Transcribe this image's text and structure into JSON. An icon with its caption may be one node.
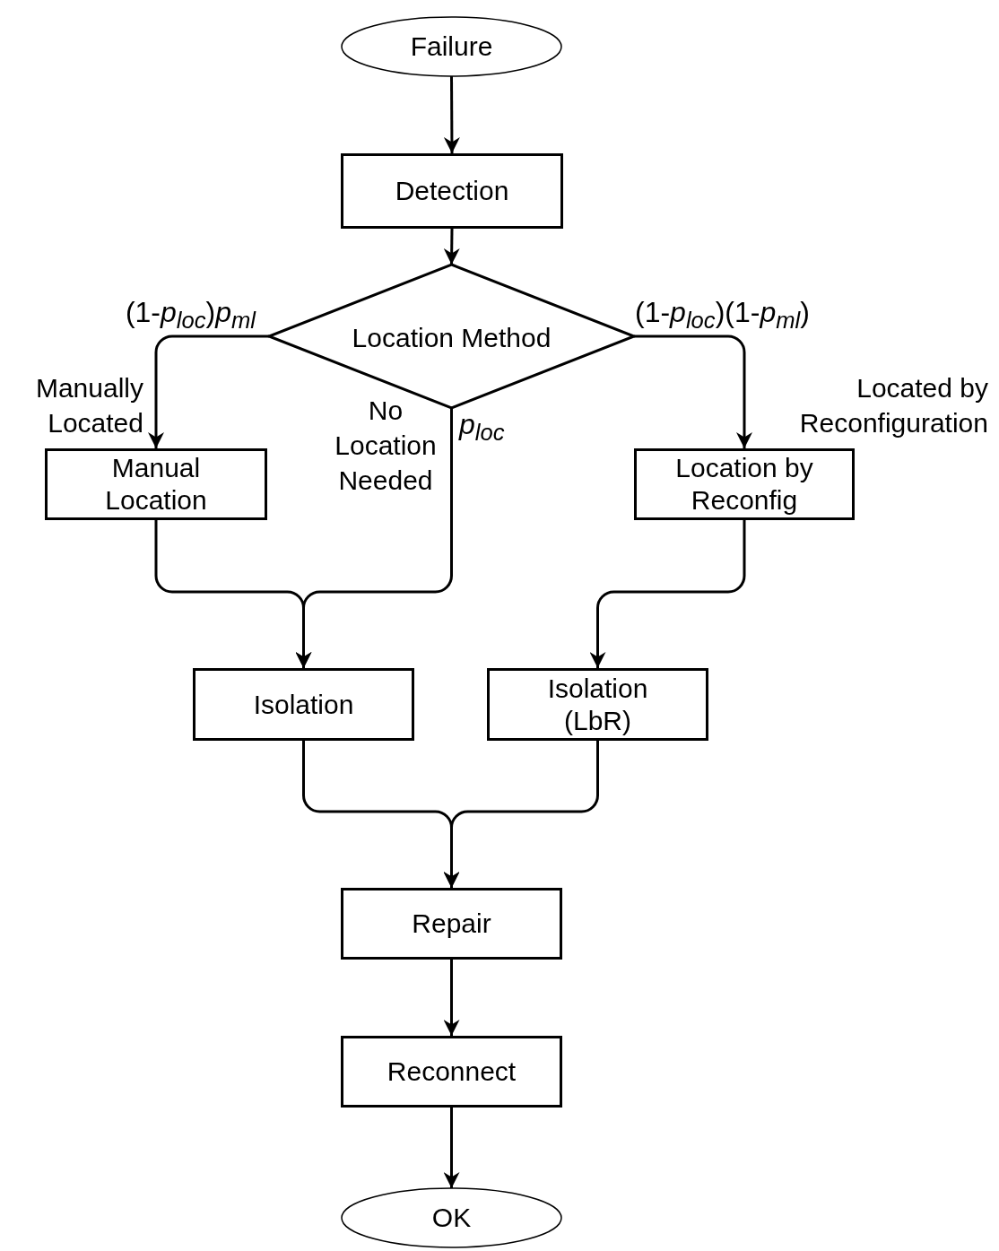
{
  "diagram": {
    "nodes": [
      {
        "text": [
          "Failure"
        ]
      },
      {
        "text": [
          "Detection"
        ]
      },
      {
        "text": [
          "Location Method"
        ]
      },
      {
        "text": [
          "Manual Location"
        ]
      },
      {
        "text": [
          "Location by Reconfig"
        ]
      },
      {
        "text": [
          "Isolation"
        ]
      },
      {
        "text": [
          "Isolation (LbR)"
        ]
      },
      {
        "text": [
          "Repair"
        ]
      },
      {
        "text": [
          "Reconnect"
        ]
      },
      {
        "text": [
          "OK"
        ]
      }
    ],
    "edges": [
      {
        "from": 0,
        "to": 1,
        "arrow": "to"
      },
      {
        "from": 1,
        "to": 2,
        "arrow": "to"
      },
      {
        "from": 2,
        "to": 3,
        "arrow": "to",
        "label": "(1-*p*$_{loc}$)*p*$_{ml}$"
      },
      {
        "from": 2,
        "to": 5,
        "arrow": "to",
        "label": "*p*$_{loc}$"
      },
      {
        "from": 2,
        "to": 4,
        "arrow": "to",
        "label": "(1-*p*$_{loc}$)(1-*p*$_{ml}$)"
      },
      {
        "from": 3,
        "to": 5,
        "arrow": "to"
      },
      {
        "from": 4,
        "to": 6,
        "arrow": "to"
      },
      {
        "from": 5,
        "to": 7,
        "arrow": "to"
      },
      {
        "from": 6,
        "to": 7,
        "arrow": "to"
      },
      {
        "from": 7,
        "to": 8,
        "arrow": "to"
      },
      {
        "from": 8,
        "to": 9,
        "arrow": "to"
      }
    ],
    "labels": [
      "Manually Located",
      "No Location Needed",
      "Located by Reconfiguration"
    ]
  }
}
